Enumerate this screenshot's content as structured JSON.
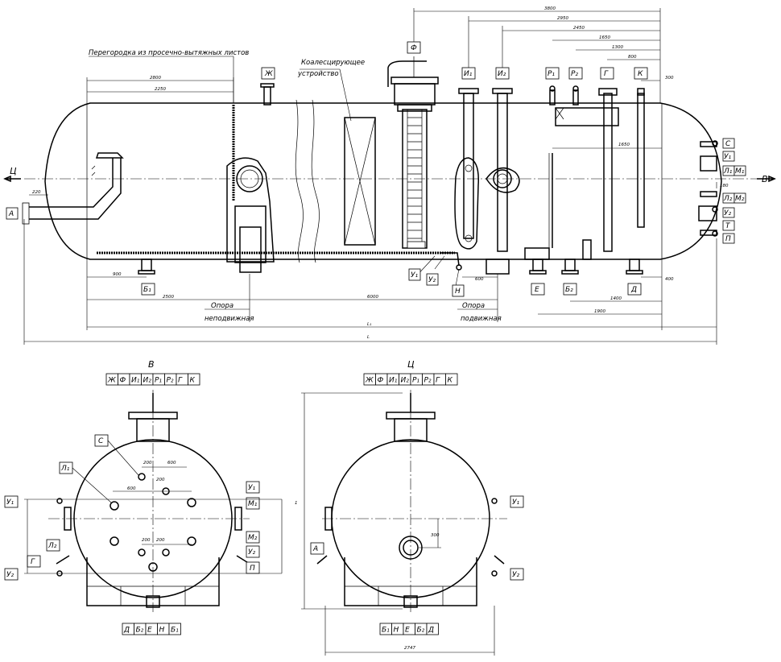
{
  "notes": {
    "partition": "Перегородка из просечно-вытяжных листов",
    "coalescer_1": "Коалесцирующее",
    "coalescer_2": "устройство",
    "support_fixed_1": "Опора",
    "support_fixed_2": "неподвижная",
    "support_mobile_1": "Опора",
    "support_mobile_2": "подвижная"
  },
  "views": {
    "main_left_arrow": "Ц",
    "main_right_arrow": "В",
    "view_b_title": "В",
    "view_c_title": "Ц"
  },
  "nozzles": {
    "A": "А",
    "ZH": "Ж",
    "F": "Ф",
    "I1": "И₁",
    "I2": "И₂",
    "R1": "Р₁",
    "R2": "Р₂",
    "G": "Г",
    "K": "К",
    "S": "С",
    "U1": "У₁",
    "L1": "Л₁",
    "M1": "М₁",
    "L2": "Л₂",
    "M2": "М₂",
    "U2": "У₂",
    "T": "Т",
    "P": "П",
    "B1": "Б₁",
    "B2": "Б₂",
    "E": "Е",
    "N": "Н",
    "D": "Д"
  },
  "top_header_labels": [
    "Ж",
    "Ф",
    "И₁",
    "И₂",
    "Р₁",
    "Р₂",
    "Г",
    "К"
  ],
  "view_b_bottom_labels": [
    "Д",
    "Б₂",
    "Е",
    "Н",
    "Б₁"
  ],
  "view_c_bottom_labels": [
    "Б₁",
    "Н",
    "Е",
    "Б₂",
    "Д"
  ],
  "dimensions": {
    "d3800": "3800",
    "d2950": "2950",
    "d2450": "2450",
    "d1650": "1650",
    "d1300": "1300",
    "d800": "800",
    "d300": "300",
    "d2800": "2800",
    "d2250": "2250",
    "d1650b": "1650",
    "d220": "220",
    "d900": "900",
    "d2500": "2500",
    "d6000": "6000",
    "d600": "600",
    "d400": "400",
    "d1400": "1400",
    "d1900": "1900",
    "d180": "180",
    "L1": "L₁",
    "L": "L",
    "b200a": "200",
    "b600a": "600",
    "b600b": "600",
    "b200b": "200",
    "b200c": "200",
    "b200d": "200",
    "c2747": "2747",
    "c300": "300",
    "c1": "1"
  }
}
